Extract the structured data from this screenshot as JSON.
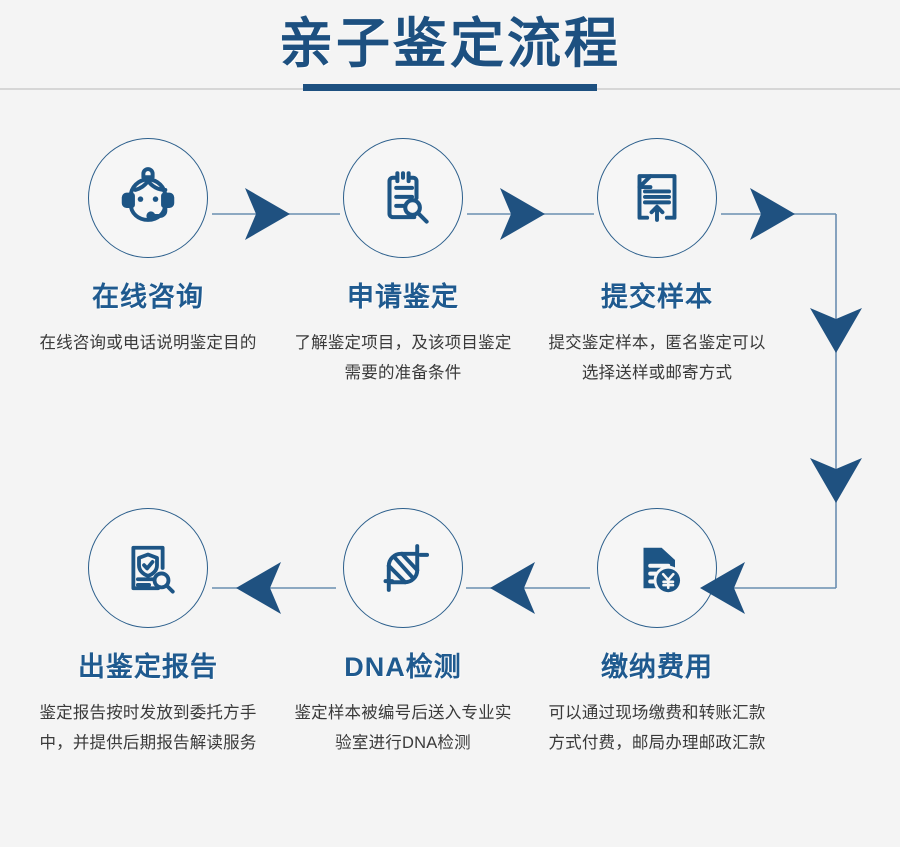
{
  "header": {
    "title": "亲子鉴定流程",
    "accent_color": "#1d5080"
  },
  "theme": {
    "background": "#f4f4f4",
    "title_color": "#1d5080",
    "step_title_color": "#1f5a8f",
    "body_text_color": "#3a3a3a",
    "circle_stroke": "#2c5f8c",
    "icon_color": "#1d5585",
    "arrow_color": "#1f5180",
    "line_color": "#6a8eb0"
  },
  "flow": {
    "direction_top_row": "left-to-right",
    "direction_bottom_row": "right-to-left",
    "steps": [
      {
        "index": 1,
        "title": "在线咨询",
        "desc": "在线咨询或电话说明鉴定目的",
        "icon": "headset-operator-icon",
        "row": "top",
        "column": 1
      },
      {
        "index": 2,
        "title": "申请鉴定",
        "desc": "了解鉴定项目，及该项目鉴定需要的准备条件",
        "icon": "clipboard-magnifier-icon",
        "row": "top",
        "column": 2
      },
      {
        "index": 3,
        "title": "提交样本",
        "desc": "提交鉴定样本，匿名鉴定可以选择送样或邮寄方式",
        "icon": "document-upload-icon",
        "row": "top",
        "column": 3
      },
      {
        "index": 4,
        "title": "缴纳费用",
        "desc": "可以通过现场缴费和转账汇款方式付费，邮局办理邮政汇款",
        "icon": "invoice-yen-icon",
        "row": "bottom",
        "column": 3
      },
      {
        "index": 5,
        "title": "DNA检测",
        "desc": "鉴定样本被编号后送入专业实验室进行DNA检测",
        "icon": "dna-helix-icon",
        "row": "bottom",
        "column": 2
      },
      {
        "index": 6,
        "title": "出鉴定报告",
        "desc": "鉴定报告按时发放到委托方手中，并提供后期报告解读服务",
        "icon": "report-shield-magnifier-icon",
        "row": "bottom",
        "column": 1
      }
    ]
  }
}
